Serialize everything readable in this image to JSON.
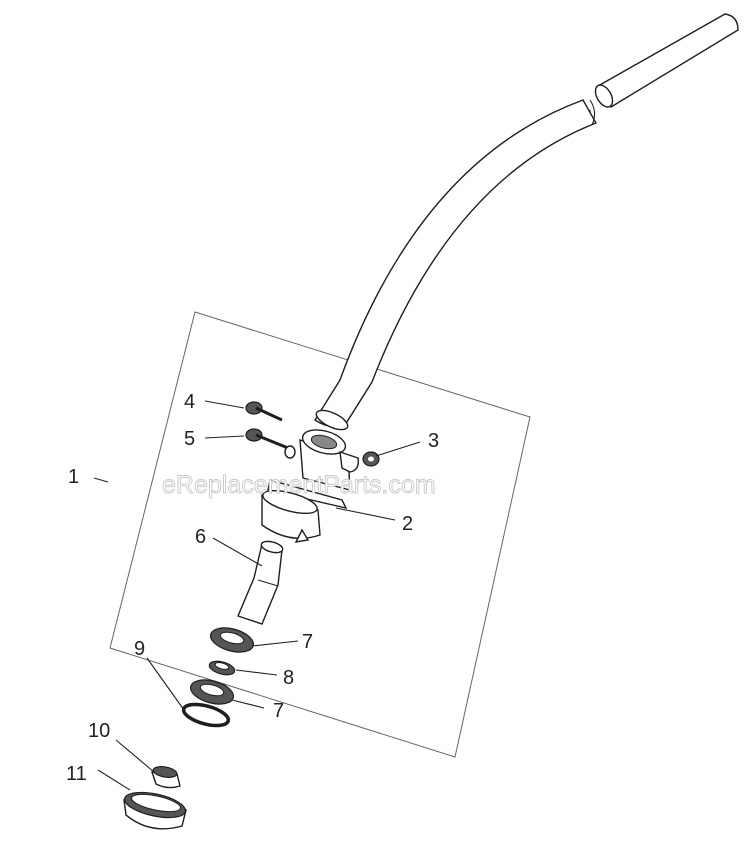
{
  "diagram": {
    "watermark": "eReplacementParts.com",
    "callouts": {
      "c1": "1",
      "c2": "2",
      "c3": "3",
      "c4": "4",
      "c5": "5",
      "c6": "6",
      "c7a": "7",
      "c7b": "7",
      "c8": "8",
      "c9": "9",
      "c10": "10",
      "c11": "11"
    }
  }
}
